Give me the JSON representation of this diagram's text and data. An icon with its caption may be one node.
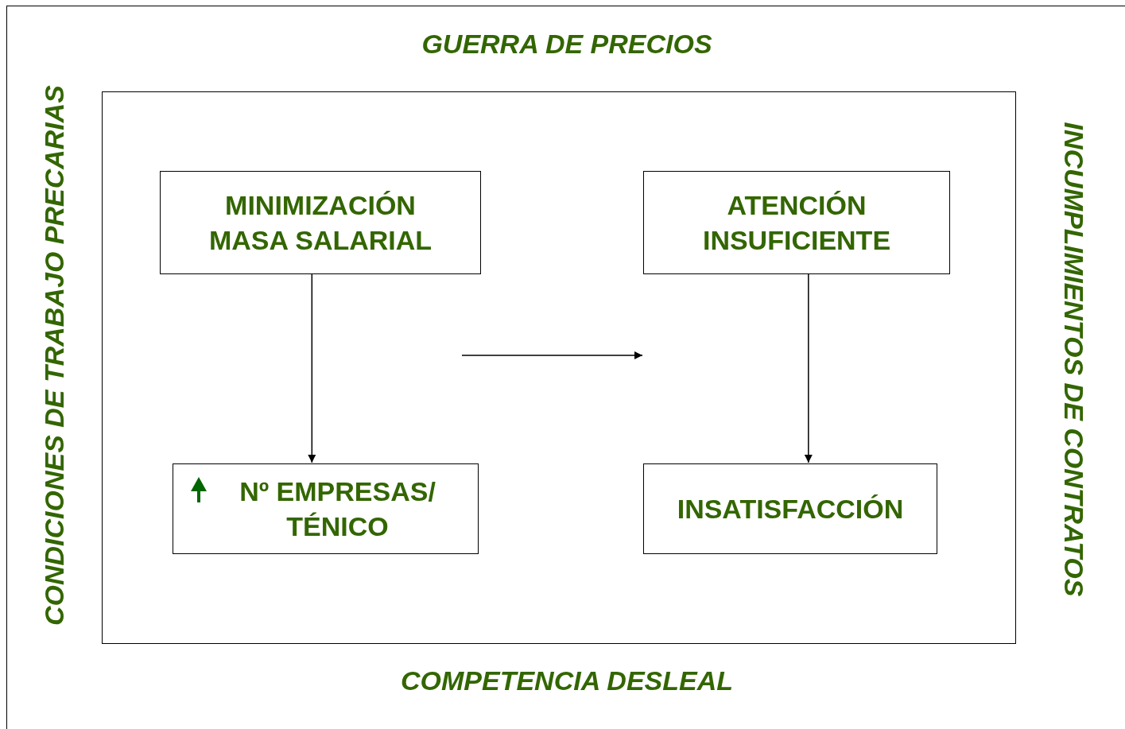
{
  "diagram": {
    "nodes": [
      {
        "text": [],
        "shape": "box"
      },
      {
        "text": [
          "MINIMIZACIÓN MASA SALARIAL"
        ],
        "in": 0
      },
      {
        "text": [
          "ATENCIÓN INSUFICIENTE"
        ],
        "in": 0
      },
      {
        "text": [
          "Nº EMPRESAS/ TÉNICO"
        ],
        "in": 0
      },
      {
        "text": [
          "INSATISFACCIÓN"
        ],
        "in": 0
      }
    ],
    "edges": [
      {
        "from": 1,
        "to": 3,
        "arrow": "to"
      },
      {
        "from": 2,
        "to": 4,
        "arrow": "to"
      }
    ],
    "labels": [
      "GUERRA DE PRECIOS",
      "CONDICIONES DE TRABAJO PRECARIAS",
      "INCUMPLIMIENTOS DE CONTRATOS",
      "COMPETENCIA DESLEAL"
    ]
  }
}
